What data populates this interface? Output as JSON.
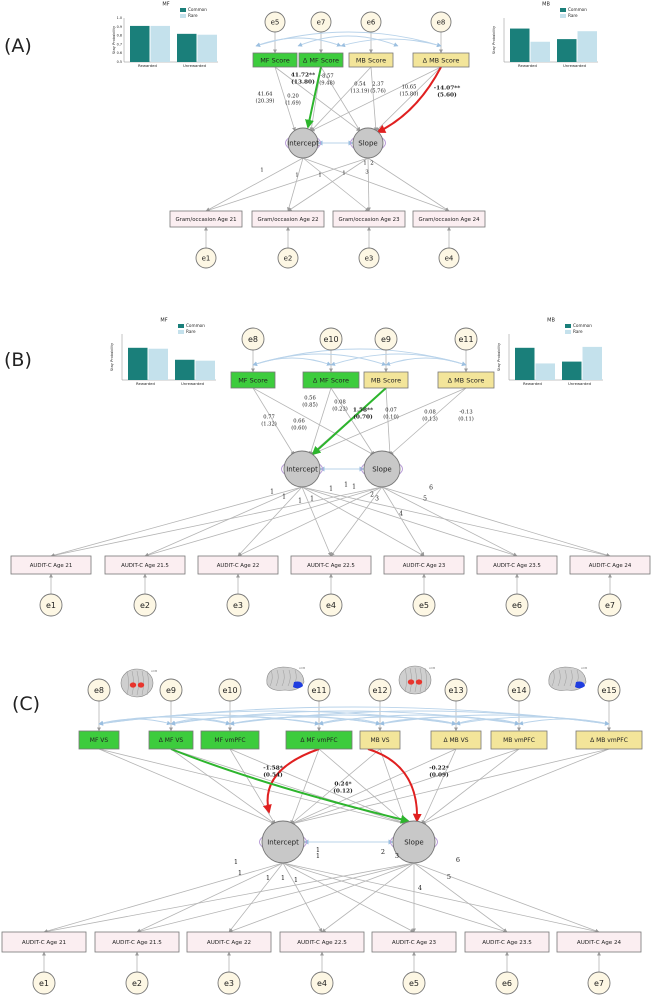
{
  "colors": {
    "green": "#3dcc3d",
    "yellow": "#f3e59a",
    "pink": "#fbeef1",
    "circle": "#fdf7e4",
    "latent": "#c8c8c8",
    "red_path": "#e02020",
    "green_path": "#2db52d",
    "bar_common": "#1a7f7a",
    "bar_rare": "#c4e1ec",
    "cov_arc": "#b9d3ea",
    "brain_red": "#e8352d",
    "brain_blue": "#1f3de0"
  },
  "panel_a": {
    "label": "(A)",
    "chart_mf": {
      "title": "MF",
      "ylabel": "Stay Probability",
      "legend": [
        "Common",
        "Rare"
      ],
      "categories": [
        "Rewarded",
        "Unrewarded"
      ],
      "yticks": [
        "1.0",
        "0.9",
        "0.8",
        "0.7",
        "0.6",
        "0.5"
      ]
    },
    "chart_mb": {
      "title": "MB",
      "ylabel": "Stay Probability",
      "legend": [
        "Common",
        "Rare"
      ],
      "categories": [
        "Rewarded",
        "Unrewarded"
      ]
    },
    "errors_top": [
      "e5",
      "e7",
      "e6",
      "e8"
    ],
    "predictors": [
      "MF Score",
      "Δ MF Score",
      "MB Score",
      "Δ MB Score"
    ],
    "latents": [
      "Intercept",
      "Slope"
    ],
    "coefficients": {
      "mf_to_int": "41.64",
      "mf_to_int_se": "(20.39)",
      "dmf_to_int_bold": "41.72**",
      "dmf_to_int_bold_se": "(13.80)",
      "dmf_to_int": "0.20",
      "dmf_to_int_se": "(1.69)",
      "dmf_to_slope": "-8.57",
      "dmf_to_slope_se": "(9.48)",
      "mb_to_int": "0.54",
      "mb_to_int_se": "(13.19)",
      "mb_to_slope": "2.37",
      "mb_to_slope_se": "(5.76)",
      "dmb_to_int": "10.65",
      "dmb_to_int_se": "(15.80)",
      "dmb_to_slope_bold": "-14.07**",
      "dmb_to_slope_bold_se": "(5.60)"
    },
    "loadings": [
      "1",
      "1",
      "1",
      "1",
      "1",
      "2",
      "3"
    ],
    "outcomes": [
      "Gram/occasion Age 21",
      "Gram/occasion Age 22",
      "Gram/occasion Age 23",
      "Gram/occasion Age 24"
    ],
    "errors_bottom": [
      "e1",
      "e2",
      "e3",
      "e4"
    ]
  },
  "panel_b": {
    "label": "(B)",
    "chart_mf": {
      "title": "MF",
      "ylabel": "Stay Probability",
      "legend": [
        "Common",
        "Rare"
      ],
      "categories": [
        "Rewarded",
        "Unrewarded"
      ]
    },
    "chart_mb": {
      "title": "MB",
      "ylabel": "Stay Probability",
      "legend": [
        "Common",
        "Rare"
      ],
      "categories": [
        "Rewarded",
        "Unrewarded"
      ]
    },
    "errors_top": [
      "e8",
      "e10",
      "e9",
      "e11"
    ],
    "predictors": [
      "MF Score",
      "Δ MF Score",
      "MB Score",
      "Δ MB Score"
    ],
    "latents": [
      "Intercept",
      "Slope"
    ],
    "coefficients": {
      "mf_to_int": "0.77",
      "mf_to_int_se": "(1.32)",
      "dmf_to_int": "0.56",
      "dmf_to_int_se": "(0.85)",
      "dmf_to_int2": "0.66",
      "dmf_to_int2_se": "(0.60)",
      "dmf_to_slope": "0.08",
      "dmf_to_slope_se": "(0.23)",
      "mb_to_int_bold": "1.58**",
      "mb_to_int_bold_se": "(0.70)",
      "mb_to_slope": "0.07",
      "mb_to_slope_se": "(0.10)",
      "dmb_to_int": "0.08",
      "dmb_to_int_se": "(0.13)",
      "dmb_to_slope": "-0.13",
      "dmb_to_slope_se": "(0.11)"
    },
    "outcomes": [
      "AUDIT-C Age 21",
      "AUDIT-C Age 21.5",
      "AUDIT-C Age 22",
      "AUDIT-C Age 22.5",
      "AUDIT-C Age 23",
      "AUDIT-C Age 23.5",
      "AUDIT-C Age 24"
    ],
    "errors_bottom": [
      "e1",
      "e2",
      "e3",
      "e4",
      "e5",
      "e6",
      "e7"
    ],
    "loadings": [
      "1",
      "1",
      "1",
      "1",
      "1",
      "1",
      "1",
      "2",
      "3",
      "4",
      "5",
      "6"
    ]
  },
  "panel_c": {
    "label": "(C)",
    "errors_top": [
      "e8",
      "e9",
      "e10",
      "e11",
      "e12",
      "e13",
      "e14",
      "e15"
    ],
    "predictors": [
      "MF VS",
      "Δ MF VS",
      "MF vmPFC",
      "Δ MF vmPFC",
      "MB VS",
      "Δ MB VS",
      "MB vmPFC",
      "Δ MB vmPFC"
    ],
    "latents": [
      "Intercept",
      "Slope"
    ],
    "coefficients": {
      "dmfvm_to_int": "-1.58*",
      "dmfvm_to_int_se": "(0.54)",
      "dmfvs_to_slope": "0.24*",
      "dmfvs_to_slope_se": "(0.12)",
      "mbvs_to_slope": "-0.22*",
      "mbvs_to_slope_se": "(0.09)"
    },
    "outcomes": [
      "AUDIT-C Age 21",
      "AUDIT-C Age 21.5",
      "AUDIT-C Age 22",
      "AUDIT-C Age 22.5",
      "AUDIT-C Age 23",
      "AUDIT-C Age 23.5",
      "AUDIT-C Age 24"
    ],
    "errors_bottom": [
      "e1",
      "e2",
      "e3",
      "e4",
      "e5",
      "e6",
      "e7"
    ],
    "loadings": [
      "1",
      "1",
      "1",
      "1",
      "1",
      "1",
      "1",
      "2",
      "3",
      "4",
      "5",
      "6"
    ]
  }
}
